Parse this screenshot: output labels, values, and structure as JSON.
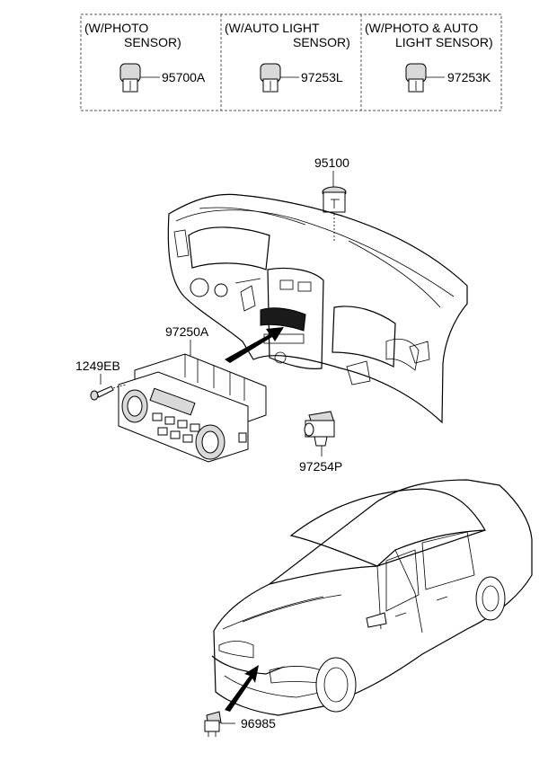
{
  "options": [
    {
      "line1": "(W/PHOTO",
      "line2": "SENSOR)",
      "part": "95700A"
    },
    {
      "line1": "(W/AUTO LIGHT",
      "line2": "SENSOR)",
      "part": "97253L"
    },
    {
      "line1": "(W/PHOTO & AUTO",
      "line2": "LIGHT SENSOR)",
      "part": "97253K"
    }
  ],
  "parts": {
    "sensor_top": "95100",
    "climate_control": "97250A",
    "screw": "1249EB",
    "connector": "97254P",
    "bumper_sensor": "96985"
  }
}
